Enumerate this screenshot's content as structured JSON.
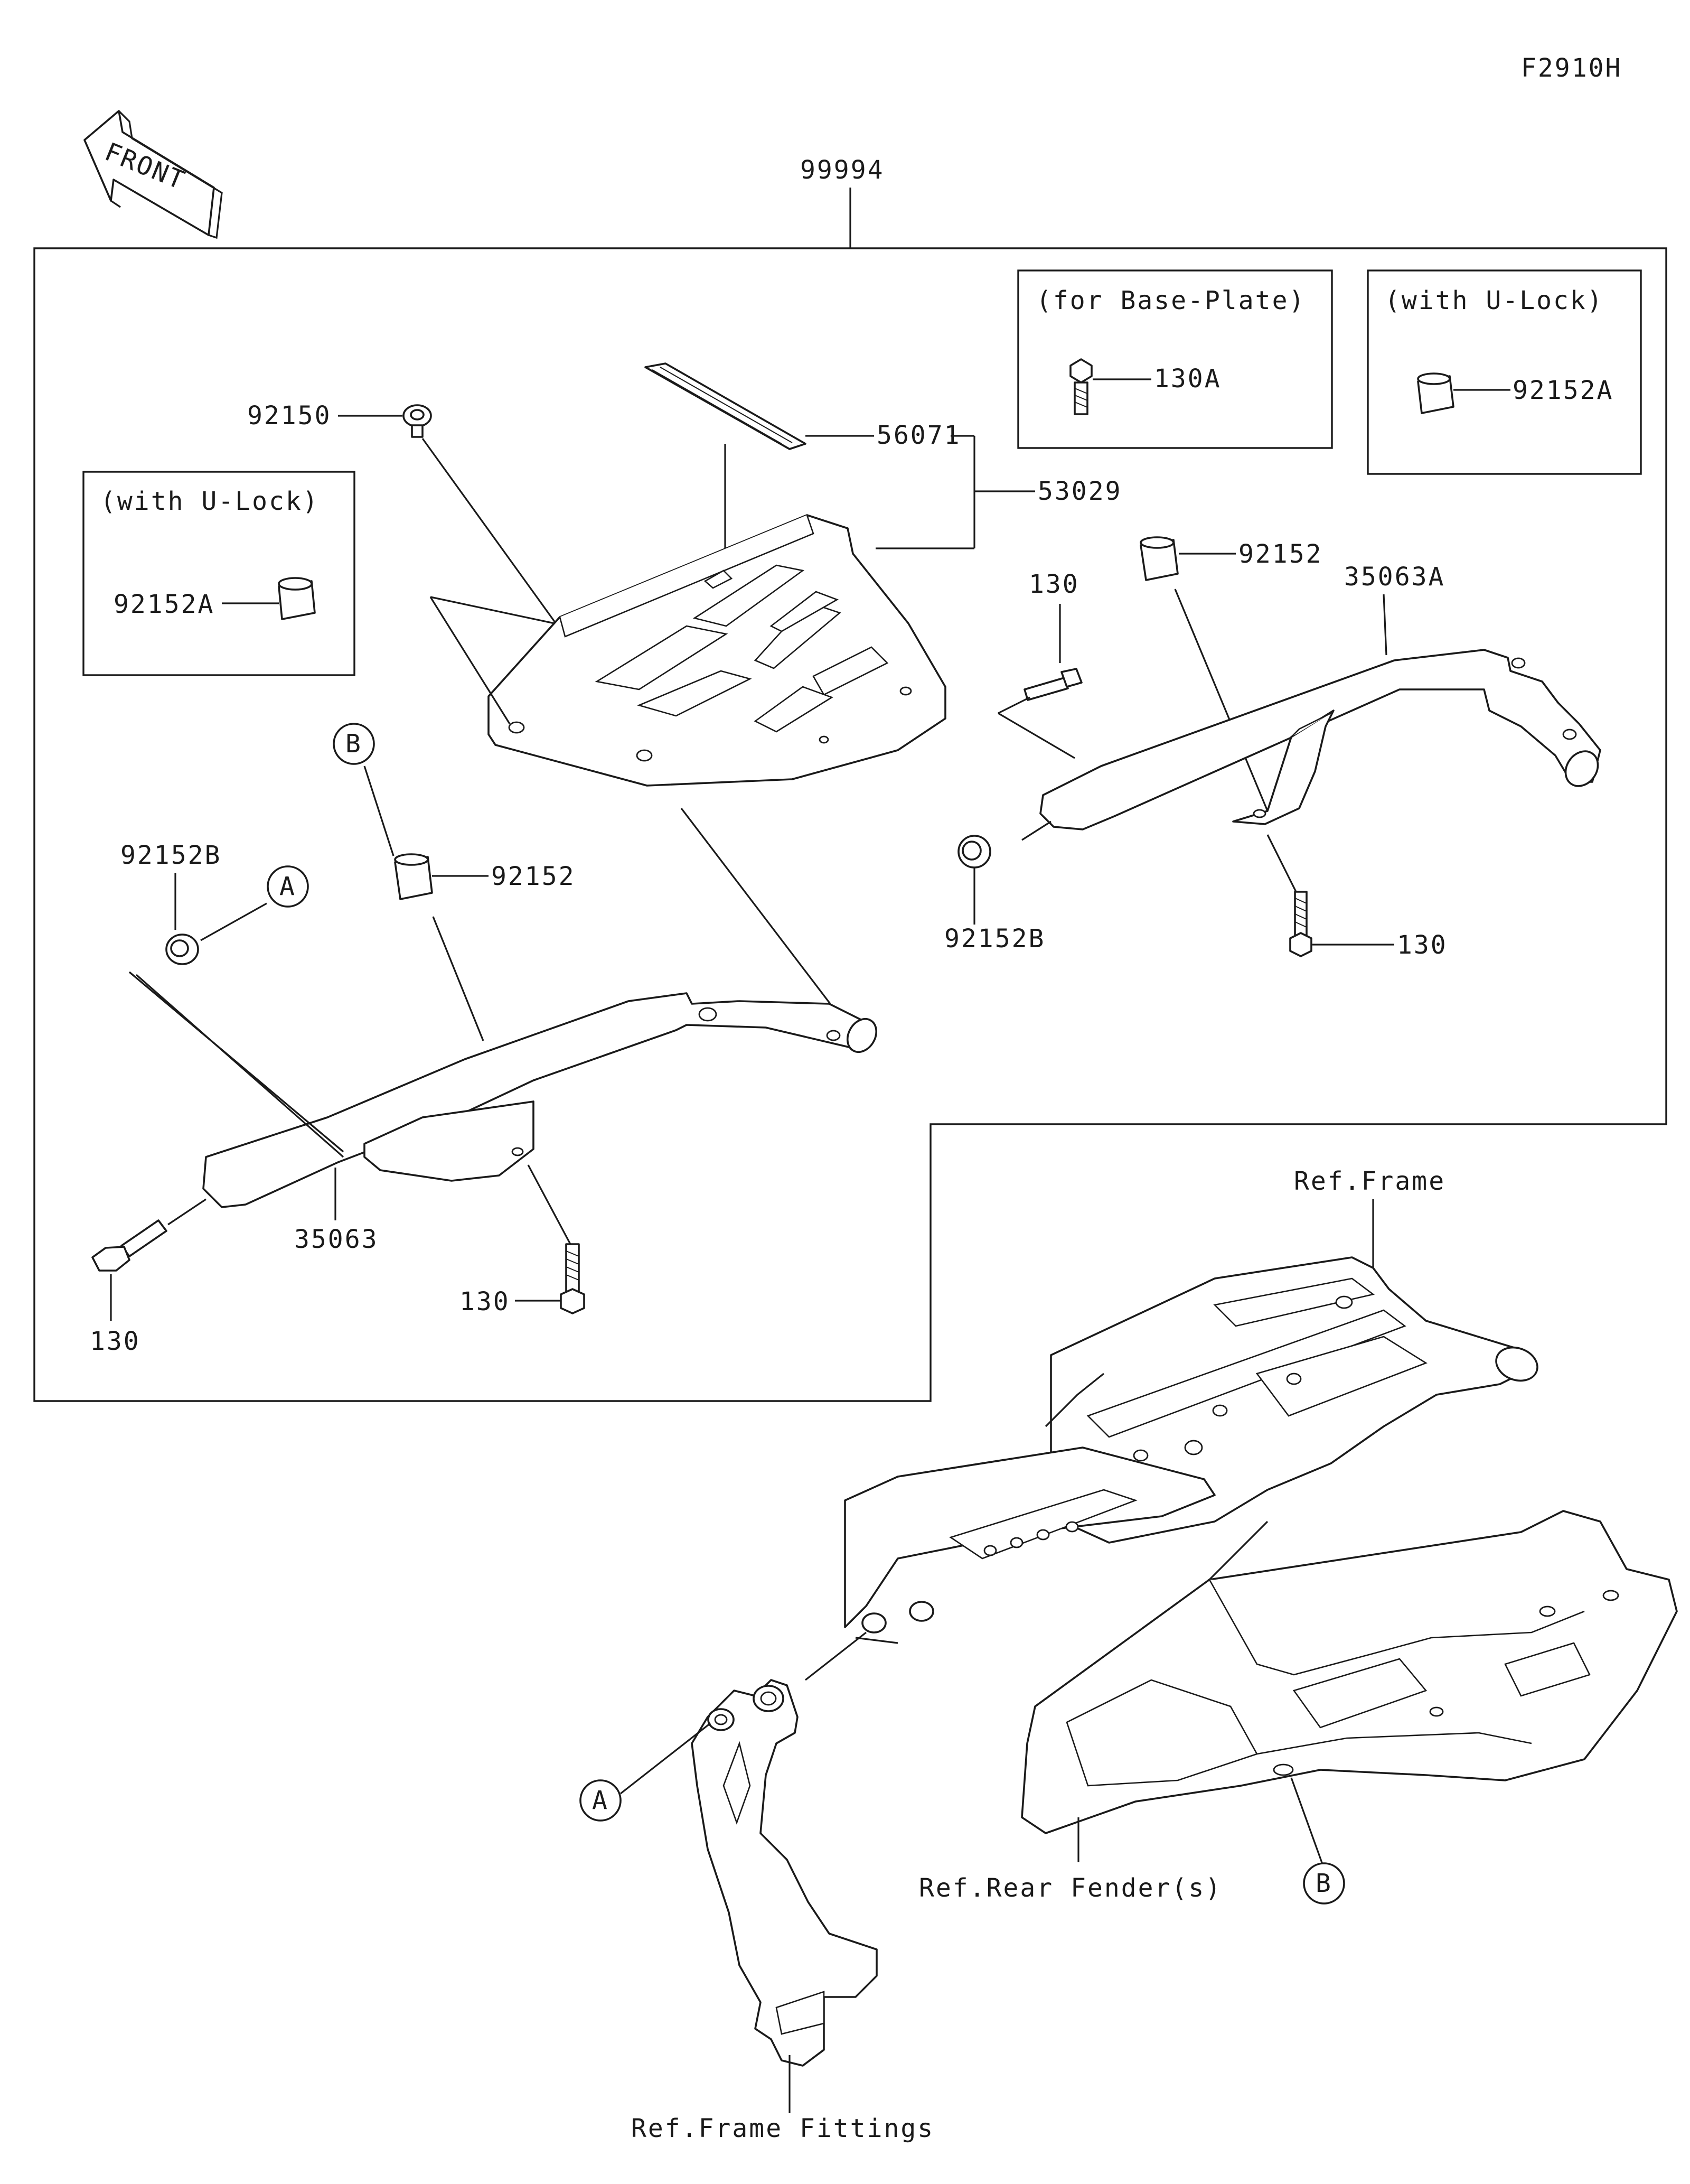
{
  "diagram_id": "F2910H",
  "front_arrow": {
    "text": "FRONT",
    "icon": "front-arrow-icon"
  },
  "assembly_label": "99994",
  "notes": {
    "base_plate": "(for Base-Plate)",
    "u_lock_right": "(with U-Lock)",
    "u_lock_left": "(with U-Lock)"
  },
  "callouts": {
    "p130A": "130A",
    "p92152A_right": "92152A",
    "p92152A_left": "92152A",
    "p92150": "92150",
    "p56071": "56071",
    "p53029": "53029",
    "p130_upper": "130",
    "p92152_upper": "92152",
    "p35063A": "35063A",
    "p92152B_right": "92152B",
    "p130_right": "130",
    "p92152B_left": "92152B",
    "p92152_left": "92152",
    "p35063": "35063",
    "p130_left": "130",
    "p130_lower": "130"
  },
  "markers": {
    "A": "A",
    "B": "B"
  },
  "references": {
    "frame": "Ref.Frame",
    "rear_fender": "Ref.Rear Fender(s)",
    "frame_fittings": "Ref.Frame Fittings"
  }
}
